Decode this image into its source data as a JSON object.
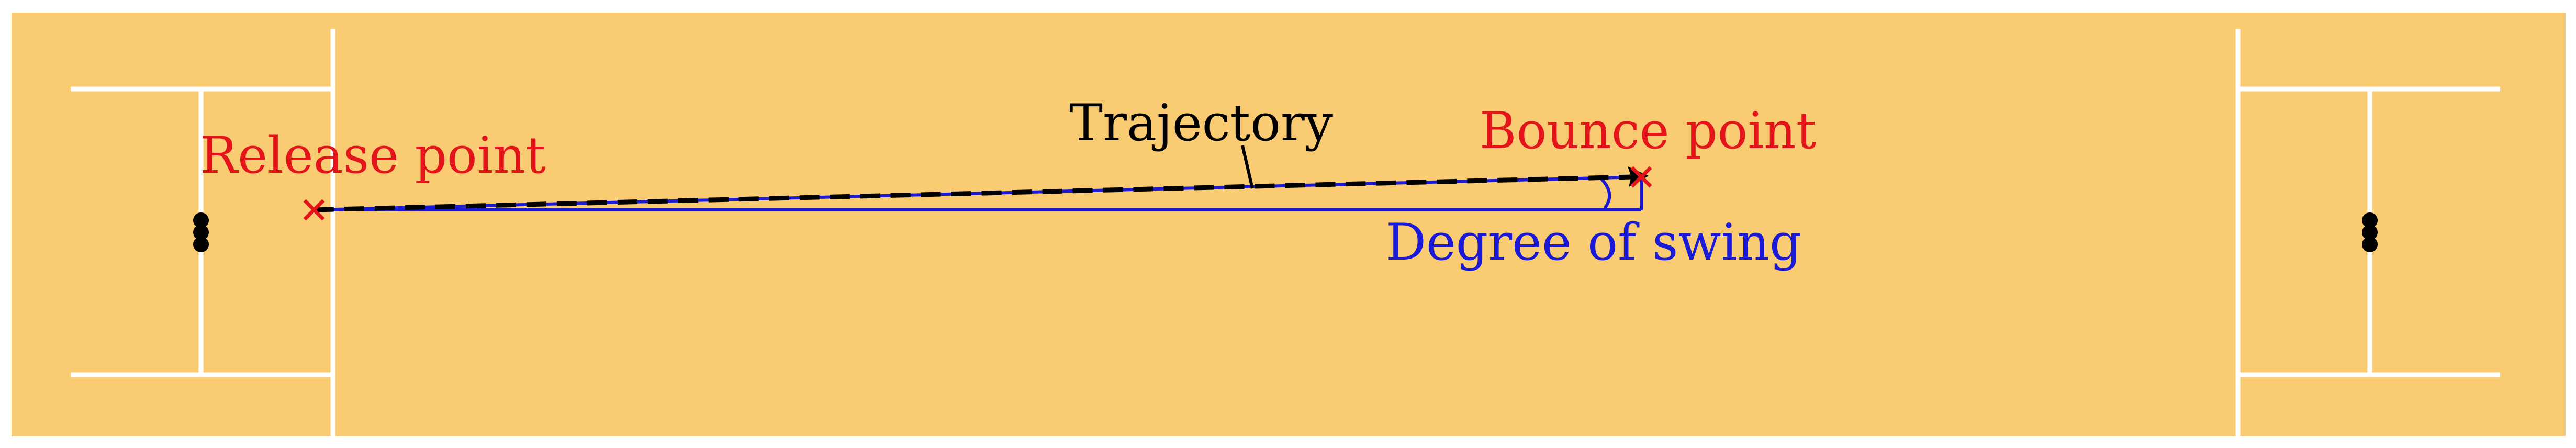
{
  "colors": {
    "background": "#ffffff",
    "pitch": "#f9cb72",
    "crease_lines": "#ffffff",
    "stumps": "#000000",
    "marker": "#e3141a",
    "trajectory": "#000000",
    "swing": "#1a1ad6"
  },
  "labels": {
    "release_point": "Release point",
    "bounce_point": "Bounce point",
    "trajectory": "Trajectory",
    "degree_of_swing": "Degree of swing"
  },
  "markers": {
    "release_point": "cross",
    "bounce_point": "cross"
  },
  "line_styles": {
    "trajectory": "dashed",
    "swing_triangle": "solid"
  },
  "stumps_per_end": 3
}
